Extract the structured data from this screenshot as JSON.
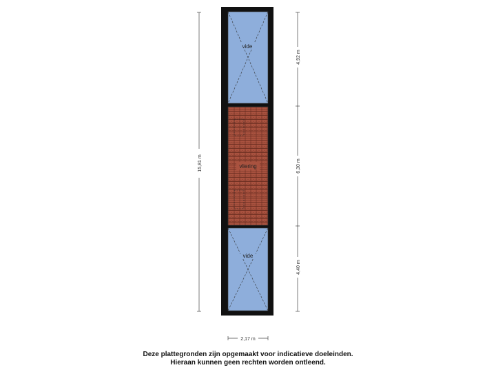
{
  "rooms": {
    "top": {
      "name": "vide",
      "fill": "#8eaedb"
    },
    "middle": {
      "name": "vliering",
      "fill": "#a9523f"
    },
    "bottom": {
      "name": "vide",
      "fill": "#8eaedb"
    }
  },
  "dimensions": {
    "total_length": "15,81 m",
    "top_length": "4,92 m",
    "middle_length": "6,30 m",
    "bottom_length": "4,40 m",
    "width": "2,17 m"
  },
  "disclaimer": {
    "line1": "Deze plattegronden zijn opgemaakt voor indicatieve doeleinden.",
    "line2": "Hieraan kunnen geen rechten worden ontleend."
  },
  "colors": {
    "wall": "#111111",
    "vide": "#8eaedb",
    "roof_tiles": "#a9523f",
    "tile_lines": "#5a2418"
  }
}
